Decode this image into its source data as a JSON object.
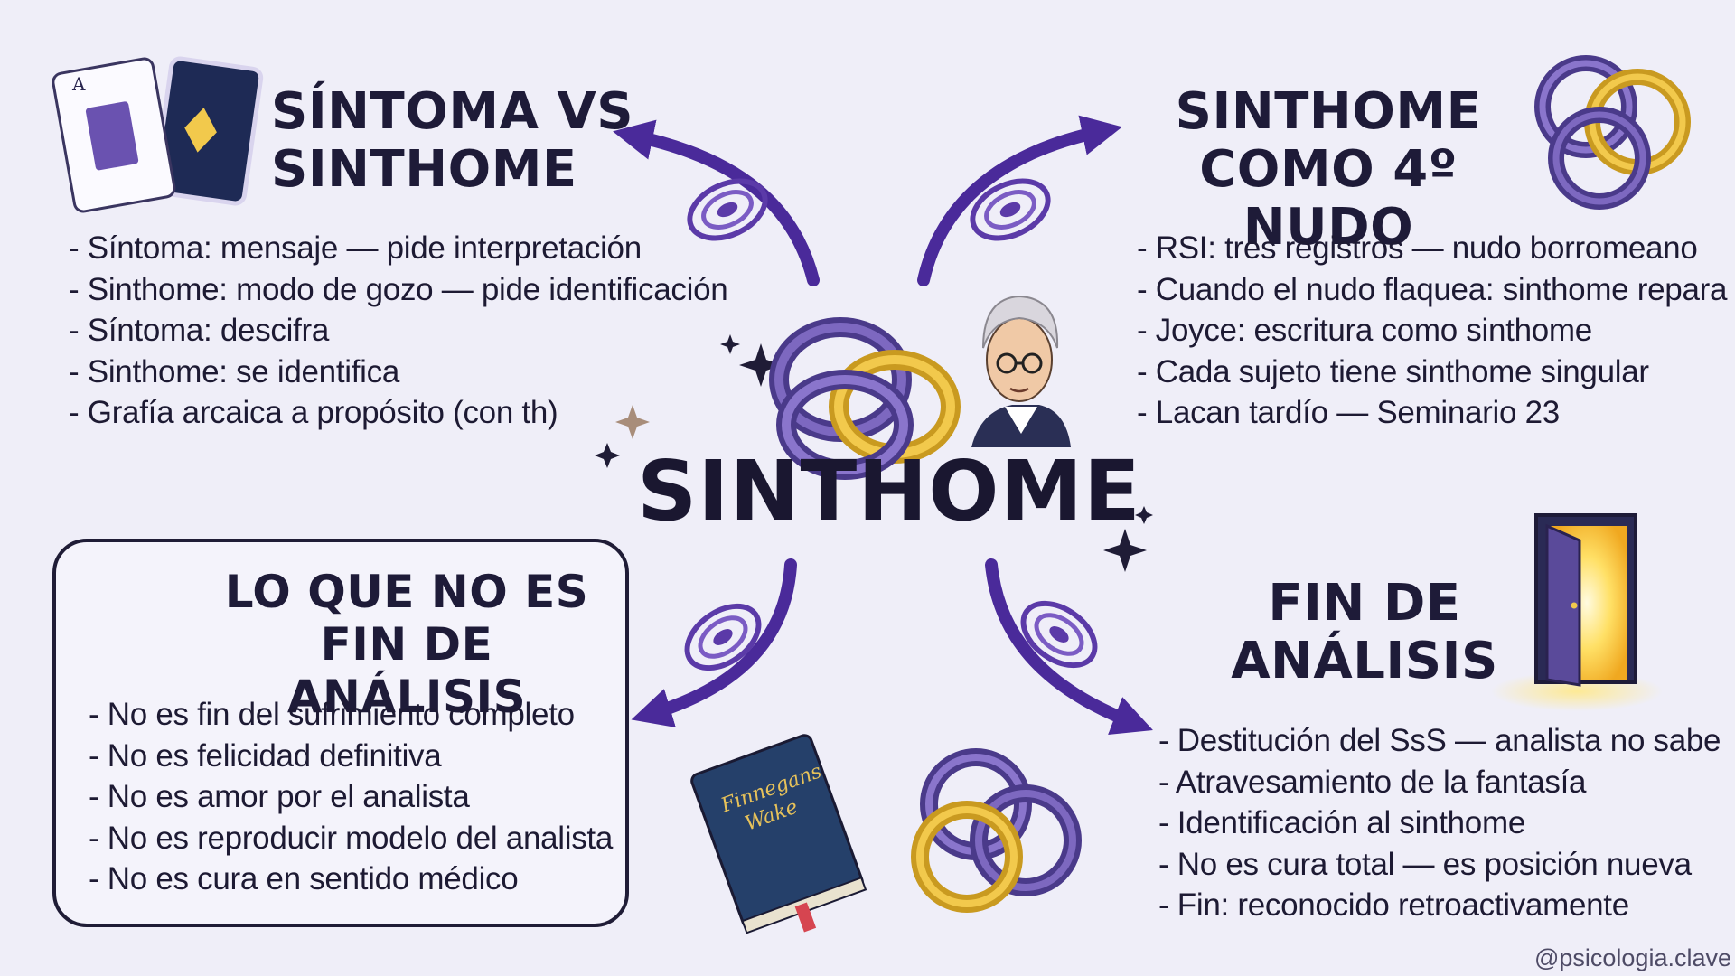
{
  "central": {
    "title": "SINTHOME"
  },
  "sections": {
    "sintoma_vs": {
      "title_line1": "SÍNTOMA VS",
      "title_line2": "SINTHOME",
      "items": [
        "Síntoma: mensaje — pide interpretación",
        "Sinthome: modo de gozo — pide identificación",
        "Síntoma: descifra",
        "Sinthome: se identifica",
        "Grafía arcaica a propósito (con th)"
      ]
    },
    "cuarto_nudo": {
      "title_line1": "SINTHOME",
      "title_line2": "COMO 4º NUDO",
      "items": [
        "RSI: tres registros — nudo borromeano",
        "Cuando el nudo flaquea: sinthome repara",
        "Joyce: escritura como sinthome",
        "Cada sujeto tiene sinthome singular",
        "Lacan tardío — Seminario 23"
      ]
    },
    "no_es_fin": {
      "title_line1": "LO QUE NO ES",
      "title_line2": "FIN DE ANÁLISIS",
      "items": [
        "No es fin del sufrimiento completo",
        "No es felicidad definitiva",
        "No es amor por el analista",
        "No es reproducir modelo del analista",
        "No es cura en sentido médico"
      ]
    },
    "fin_analisis": {
      "title_line1": "FIN DE",
      "title_line2": "ANÁLISIS",
      "items": [
        "Destitución del SsS — analista no sabe",
        "Atravesamiento de la fantasía",
        "Identificación al sinthome",
        "No es cura total — es posición nueva",
        "Fin: reconocido retroactivamente"
      ]
    }
  },
  "illustrations": {
    "card_letter": "A",
    "book_title_line1": "Finnegans",
    "book_title_line2": "Wake"
  },
  "watermark": "@psicologia.clave",
  "colors": {
    "background": "#efeef8",
    "text": "#1d1a33",
    "arrow_purple": "#4a2a9a",
    "knot_gold": "#e6b830",
    "knot_purple": "#6a52b0",
    "cross_red": "#d64550"
  }
}
